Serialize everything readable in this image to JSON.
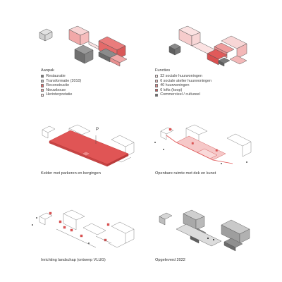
{
  "panels": {
    "aanpak": {
      "title": "Aanpak",
      "legend": [
        {
          "label": "Restauratie",
          "color": "#7a7a7a"
        },
        {
          "label": "Transformatie (2010)",
          "color": "#b9b9b9"
        },
        {
          "label": "Reconstructie",
          "color": "#e46a6a"
        },
        {
          "label": "Nieuwbouw",
          "color": "#f1a8a8"
        },
        {
          "label": "Herinterpretatie",
          "color": "#fbe2e2"
        }
      ]
    },
    "functies": {
      "title": "Functies",
      "legend": [
        {
          "label": "32 sociale huurwoningen",
          "color": "#fbe2e2"
        },
        {
          "label": "6 sociale atelier huurwoningen",
          "color": "#f3b8b8"
        },
        {
          "label": "40 huurwoningen",
          "color": "#ea8a8a"
        },
        {
          "label": "6 lofts (koop)",
          "color": "#d94f4f"
        },
        {
          "label": "Commercieel / cultureel",
          "color": "#6e6e6e"
        }
      ]
    },
    "kelder": {
      "title": "Kelder met parkeren en bergingen",
      "marker": "P"
    },
    "openbaar": {
      "title": "Openbare ruimte met dek en kunst"
    },
    "landschap": {
      "title": "Inrichting landschap (ontwerp VLUG)"
    },
    "opgeleverd": {
      "title": "Opgeleverd 2022"
    }
  },
  "colors": {
    "accent_red": "#e05555",
    "light_pink": "#f6c8c8",
    "dark_grey": "#7a7a7a",
    "mid_grey": "#bdbdbd",
    "line": "#555555"
  }
}
